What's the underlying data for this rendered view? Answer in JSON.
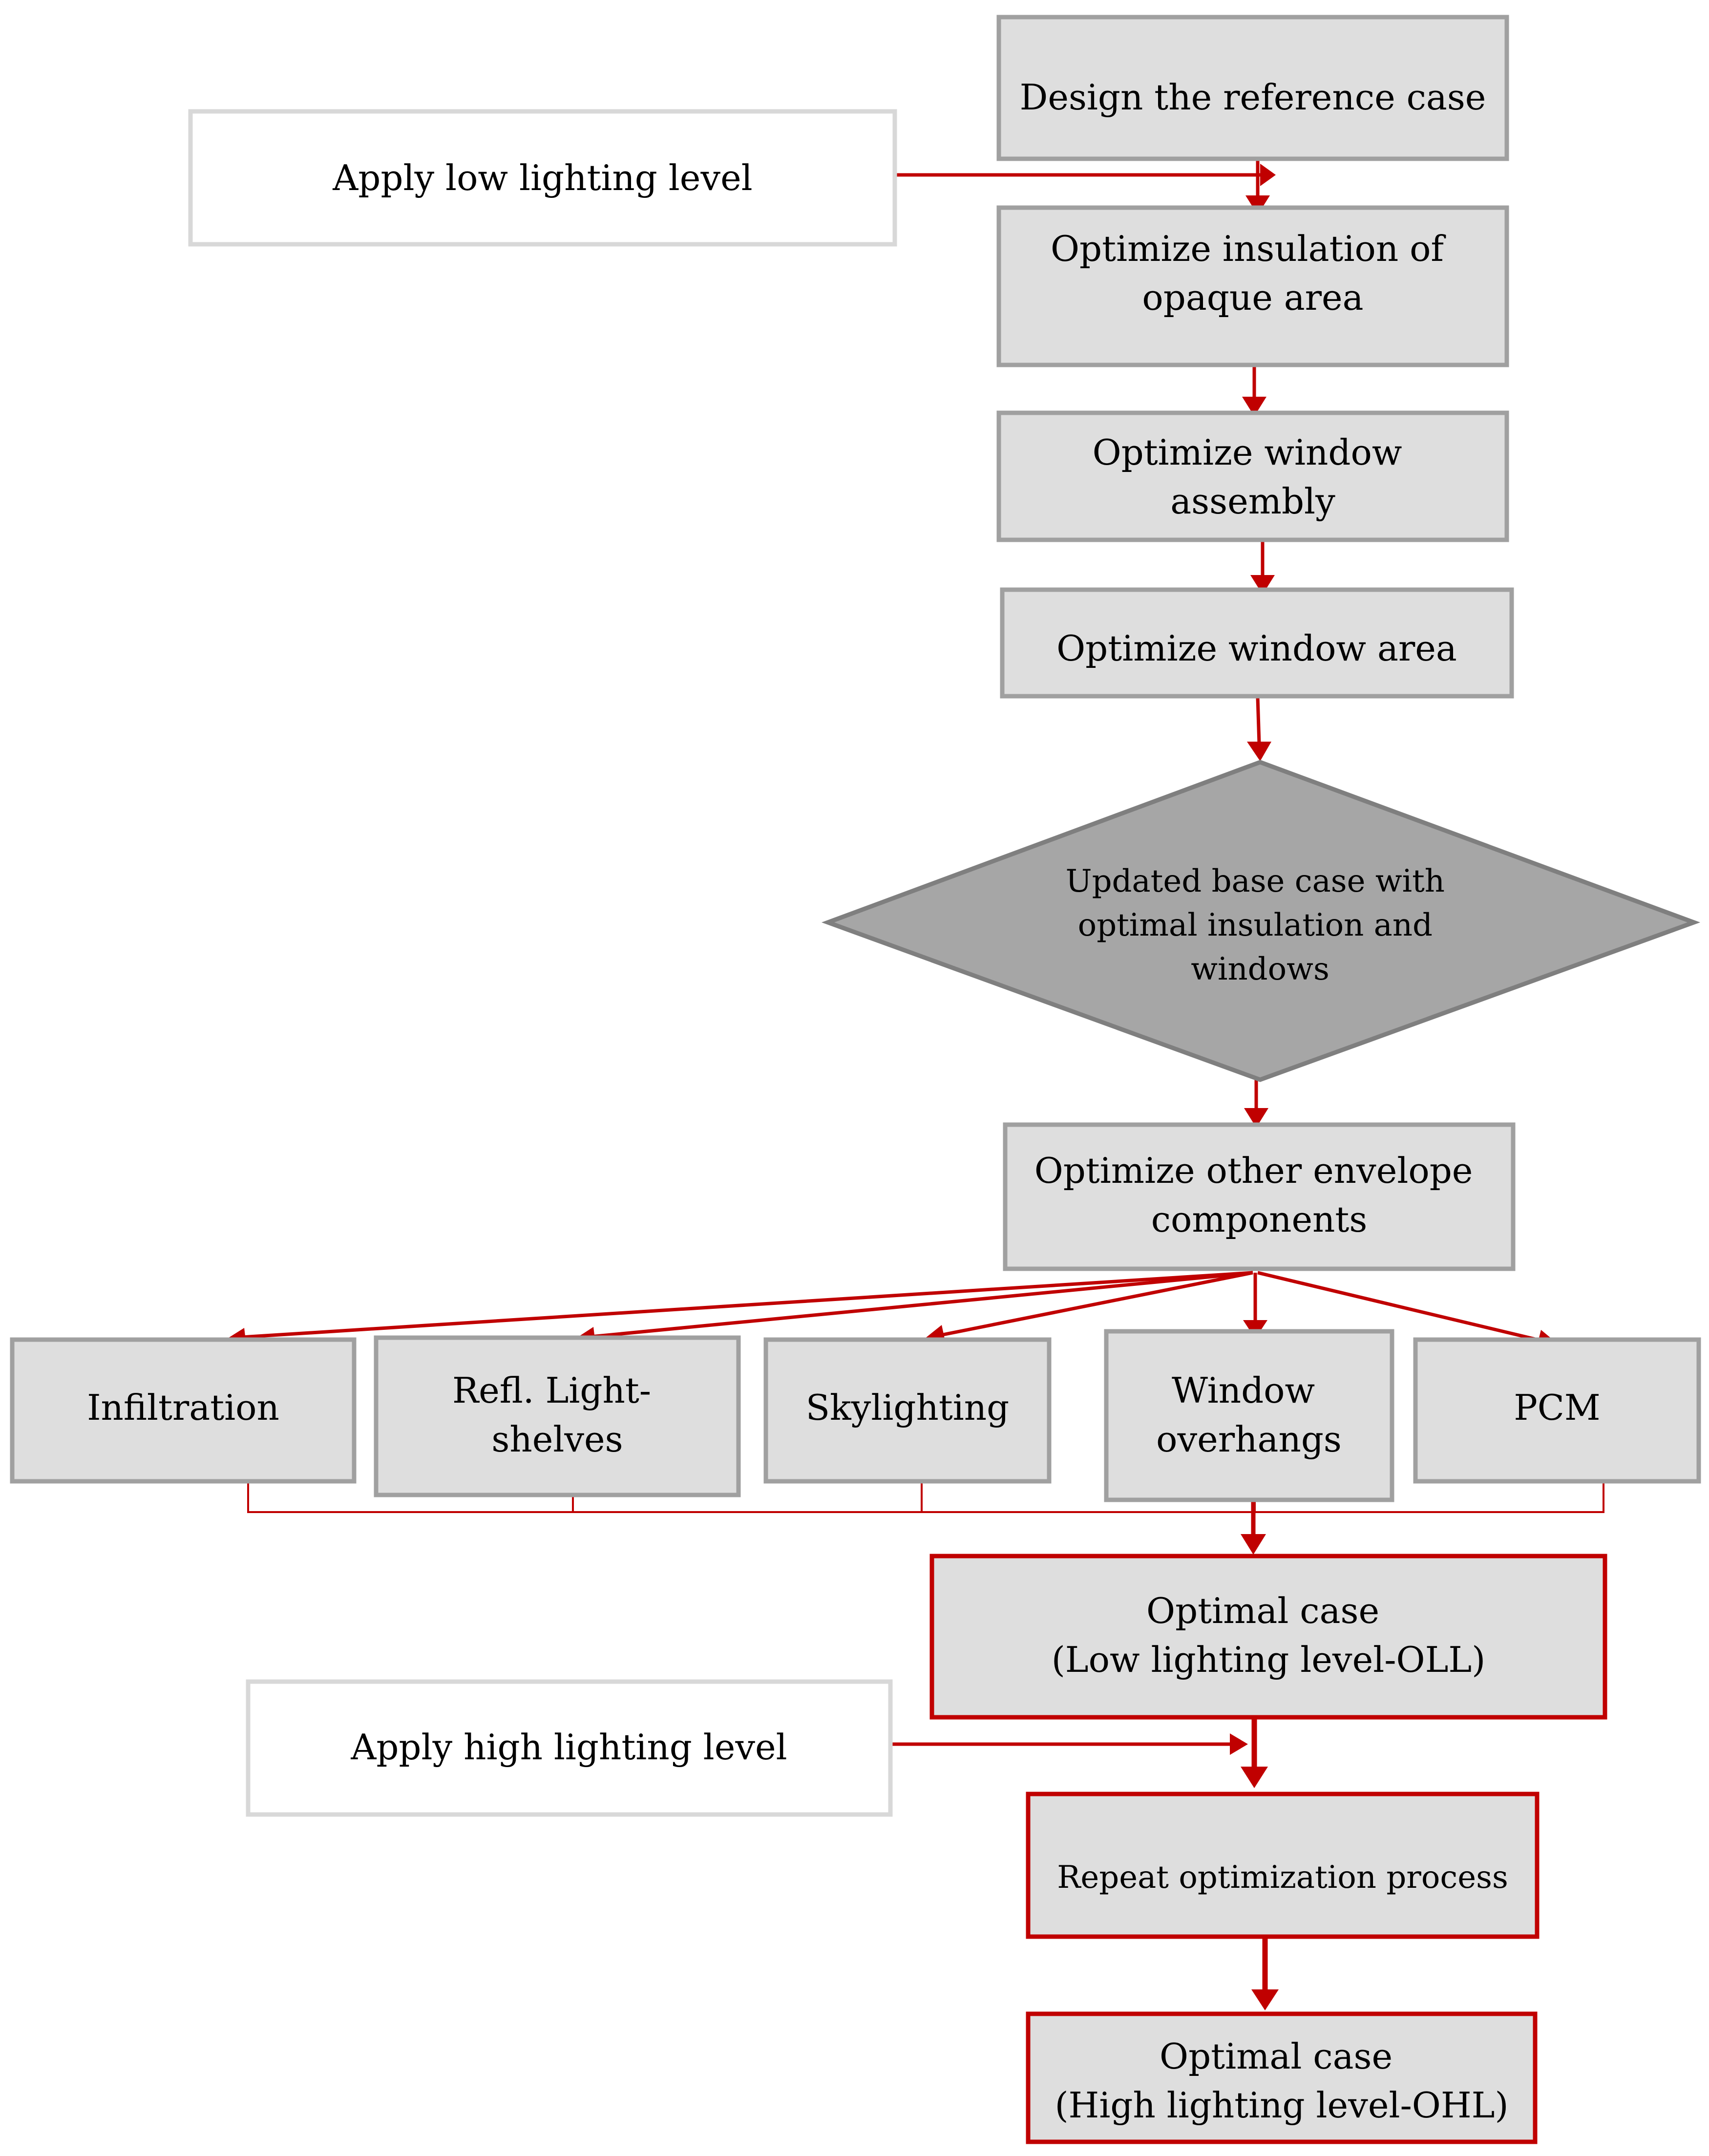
{
  "colors": {
    "box_fill": "#dedede",
    "box_border": "#a0a0a0",
    "white_box_border": "#d8d8d8",
    "decision_fill": "#a6a6a6",
    "decision_border": "#7f7f7f",
    "accent_red": "#c00000"
  },
  "nodes": {
    "design_reference": [
      "Design the reference case"
    ],
    "apply_low": [
      "Apply low lighting level"
    ],
    "optimize_insulation": [
      "Optimize insulation of",
      "opaque area"
    ],
    "optimize_window_assembly": [
      "Optimize window",
      "assembly"
    ],
    "optimize_window_area": [
      "Optimize window area"
    ],
    "updated_base": [
      "Updated base case with",
      "optimal insulation and",
      "windows"
    ],
    "optimize_other": [
      "Optimize other envelope",
      "components"
    ],
    "infiltration": [
      "Infiltration"
    ],
    "light_shelves": [
      "Refl. Light-",
      "shelves"
    ],
    "skylighting": [
      "Skylighting"
    ],
    "window_overhangs": [
      "Window",
      "overhangs"
    ],
    "pcm": [
      "PCM"
    ],
    "optimal_oll": [
      "Optimal case",
      "(Low lighting level-OLL)"
    ],
    "apply_high": [
      "Apply high lighting level"
    ],
    "repeat_process": [
      "Repeat optimization process"
    ],
    "optimal_ohl": [
      "Optimal case",
      "(High lighting level-OHL)"
    ]
  }
}
